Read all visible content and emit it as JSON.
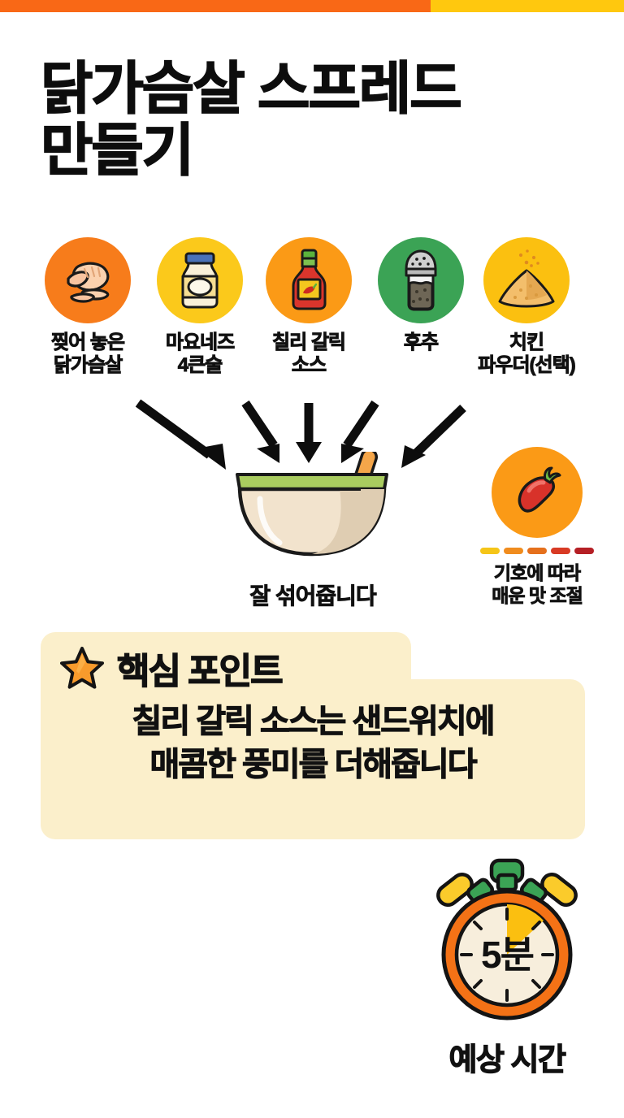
{
  "topbar": {
    "orange": "#F96816",
    "yellow": "#FFC80E"
  },
  "title": {
    "line1": "닭가슴살 스프레드",
    "line2": "만들기"
  },
  "ingredients": [
    {
      "icon": "shredded-chicken-icon",
      "circle_color": "#F77C1B",
      "label": "찢어 놓은\n닭가슴살"
    },
    {
      "icon": "mayonnaise-jar-icon",
      "circle_color": "#FBC91B",
      "label": "마요네즈\n4큰술"
    },
    {
      "icon": "chili-sauce-bottle-icon",
      "circle_color": "#FB9A16",
      "label": "칠리 갈릭\n소스"
    },
    {
      "icon": "pepper-shaker-icon",
      "circle_color": "#3BA355",
      "label": "후추"
    },
    {
      "icon": "chicken-powder-icon",
      "circle_color": "#FBC010",
      "label": "치킨\n파우더(선택)"
    }
  ],
  "mixing": {
    "icon": "mixing-bowl-icon",
    "label": "잘 섞어줍니다"
  },
  "chili_note": {
    "icon": "chili-pepper-icon",
    "circle_color": "#FB9A16",
    "spice_levels": [
      "#F5C518",
      "#F08C1E",
      "#E5701C",
      "#D83A24",
      "#B51F25"
    ],
    "label": "기호에 따라\n매운 맛 조절"
  },
  "key_point": {
    "background": "#FBEFCB",
    "star_icon": "star-icon",
    "star_color": "#F89B2C",
    "heading": "핵심 포인트",
    "line1": "칠리 갈릭 소스는 샌드위치에",
    "line2": "매콤한 풍미를 더해줍니다"
  },
  "timer": {
    "icon": "stopwatch-icon",
    "ring_color": "#F47216",
    "face_color": "#F7EEDC",
    "button_color": "#3BA355",
    "side_button_color": "#FBCB2B",
    "wedge_color": "#FBBF10",
    "value": "5분",
    "label": "예상 시간"
  }
}
